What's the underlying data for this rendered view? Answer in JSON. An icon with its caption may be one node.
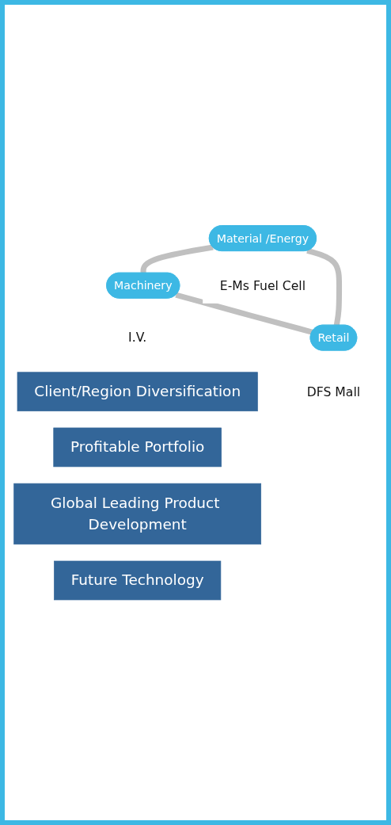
{
  "diagram": {
    "nodes": [
      {
        "text": [
          "Material /Energy"
        ],
        "beside": [
          "E-Ms Fuel Cell"
        ]
      },
      {
        "text": [
          "Machinery"
        ],
        "beside": [
          "I.V."
        ]
      },
      {
        "text": [
          "Retail"
        ],
        "beside": [
          "DFS Mall"
        ]
      },
      {
        "text": [
          "Client/Region Diversification"
        ]
      },
      {
        "text": [
          "Profitable Portfolio"
        ]
      },
      {
        "text": [
          "Global Leading Product Development"
        ]
      },
      {
        "text": [
          "Future Technology"
        ]
      }
    ],
    "edges": [
      {
        "from": 0,
        "to": 1,
        "arrow": "none"
      },
      {
        "from": 0,
        "to": 2,
        "arrow": "none"
      },
      {
        "from": 1,
        "to": 2,
        "arrow": "none"
      }
    ]
  }
}
